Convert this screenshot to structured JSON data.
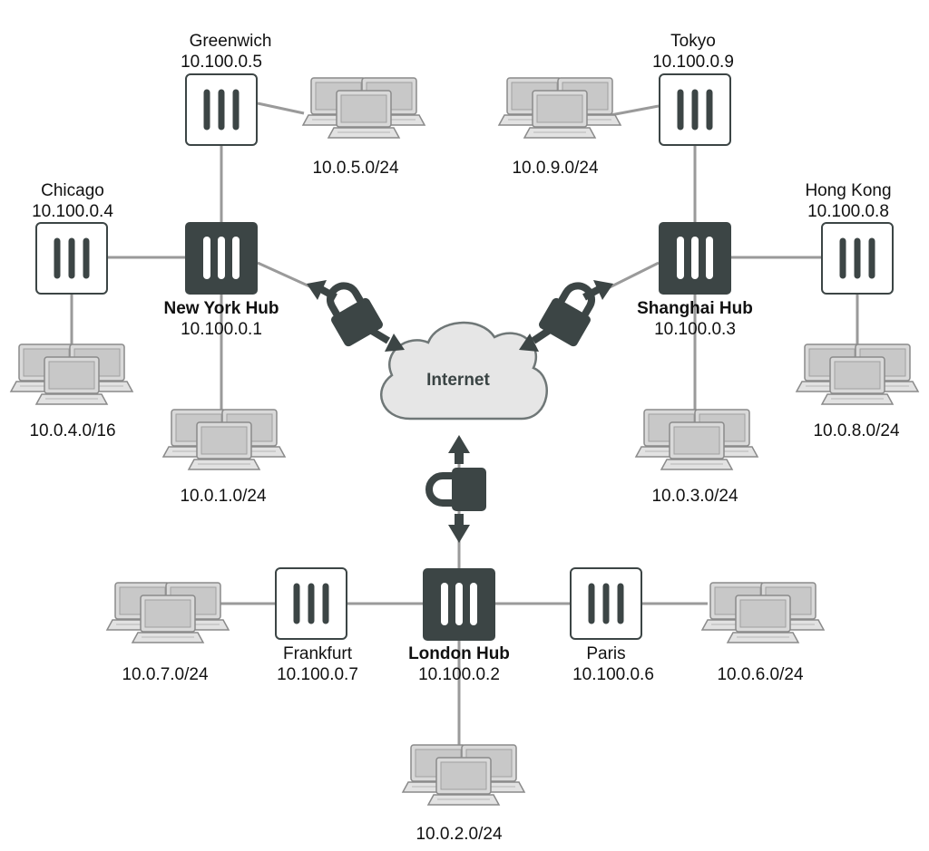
{
  "colors": {
    "device_dark": "#3c4545",
    "device_light_fill": "#ffffff",
    "link": "#9a9a9a",
    "cloud_fill": "#e6e6e6",
    "lock": "#3c4545",
    "laptop_fill": "#d4d4d4",
    "laptop_stroke": "#8a8a8a"
  },
  "cloud": {
    "label": "Internet",
    "icon": "cloud-icon"
  },
  "hubs": [
    {
      "id": "new-york",
      "name": "New York Hub",
      "ip": "10.100.0.1",
      "icon": "firewall-icon"
    },
    {
      "id": "shanghai",
      "name": "Shanghai Hub",
      "ip": "10.100.0.3",
      "icon": "firewall-icon"
    },
    {
      "id": "london",
      "name": "London Hub",
      "ip": "10.100.0.2",
      "icon": "firewall-icon"
    }
  ],
  "sites": [
    {
      "id": "greenwich",
      "name": "Greenwich",
      "ip": "10.100.0.5",
      "hub": "new-york"
    },
    {
      "id": "chicago",
      "name": "Chicago",
      "ip": "10.100.0.4",
      "hub": "new-york"
    },
    {
      "id": "tokyo",
      "name": "Tokyo",
      "ip": "10.100.0.9",
      "hub": "shanghai"
    },
    {
      "id": "hong-kong",
      "name": "Hong Kong",
      "ip": "10.100.0.8",
      "hub": "shanghai"
    },
    {
      "id": "frankfurt",
      "name": "Frankfurt",
      "ip": "10.100.0.7",
      "hub": "london"
    },
    {
      "id": "paris",
      "name": "Paris",
      "ip": "10.100.0.6",
      "hub": "london"
    }
  ],
  "subnets": [
    {
      "id": "greenwich",
      "cidr": "10.0.5.0/24"
    },
    {
      "id": "chicago",
      "cidr": "10.0.4.0/16"
    },
    {
      "id": "new-york",
      "cidr": "10.0.1.0/24"
    },
    {
      "id": "tokyo",
      "cidr": "10.0.9.0/24"
    },
    {
      "id": "hong-kong",
      "cidr": "10.0.8.0/24"
    },
    {
      "id": "shanghai",
      "cidr": "10.0.3.0/24"
    },
    {
      "id": "frankfurt",
      "cidr": "10.0.7.0/24"
    },
    {
      "id": "london",
      "cidr": "10.0.2.0/24"
    },
    {
      "id": "paris",
      "cidr": "10.0.6.0/24"
    }
  ],
  "tunnels": [
    {
      "from": "new-york",
      "to": "internet",
      "icon": "lock-icon"
    },
    {
      "from": "shanghai",
      "to": "internet",
      "icon": "lock-icon"
    },
    {
      "from": "london",
      "to": "internet",
      "icon": "lock-icon"
    }
  ]
}
